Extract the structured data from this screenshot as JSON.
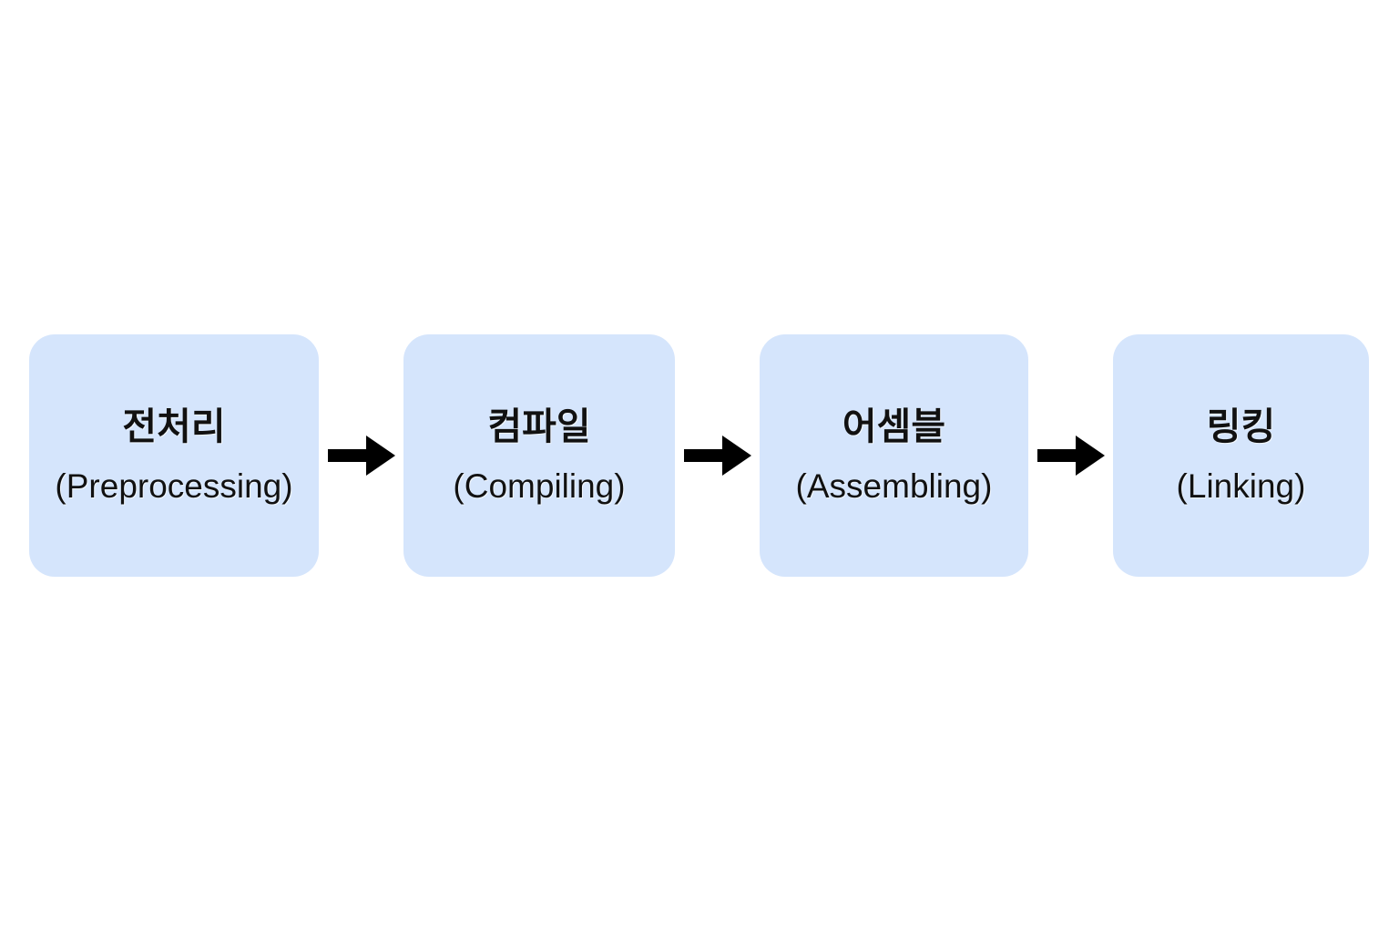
{
  "diagram": {
    "type": "flowchart-horizontal",
    "title": "",
    "background_color": "#ffffff",
    "box_fill_color": "#d5e5fc",
    "text_color": "#111111",
    "arrow_color": "#000000",
    "stages": [
      {
        "id": "preprocessing",
        "title": "전처리",
        "subtitle": "(Preprocessing)",
        "order": 1
      },
      {
        "id": "compiling",
        "title": "컴파일",
        "subtitle": "(Compiling)",
        "order": 2
      },
      {
        "id": "assembling",
        "title": "어셈블",
        "subtitle": "(Assembling)",
        "order": 3
      },
      {
        "id": "linking",
        "title": "링킹",
        "subtitle": "(Linking)",
        "order": 4
      }
    ],
    "connectors": [
      {
        "id": "arrow-1",
        "icon": "arrow-right-icon",
        "from": "preprocessing",
        "to": "compiling"
      },
      {
        "id": "arrow-2",
        "icon": "arrow-right-icon",
        "from": "compiling",
        "to": "assembling"
      },
      {
        "id": "arrow-3",
        "icon": "arrow-right-icon",
        "from": "assembling",
        "to": "linking"
      }
    ]
  }
}
